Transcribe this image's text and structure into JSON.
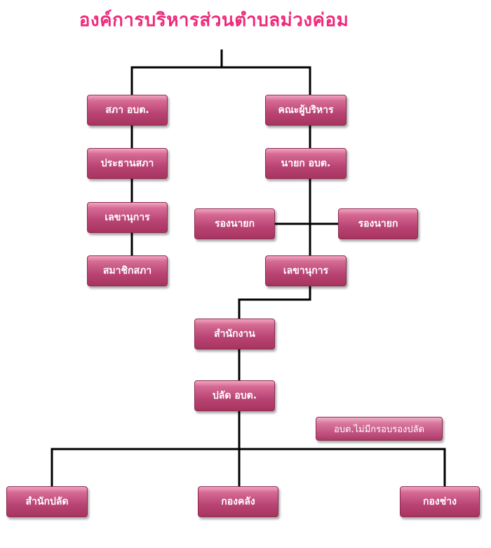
{
  "title": "องค์การบริหารส่วนตำบลม่วงค่อม",
  "boxes": {
    "council": "สภา อบต.",
    "executives": "คณะผู้บริหาร",
    "council_chair": "ประธานสภา",
    "mayor": "นายก อบต.",
    "council_secretary": "เลขานุการ",
    "deputy_mayor_left": "รองนายก",
    "deputy_mayor_right": "รองนายก",
    "council_members": "สมาชิกสภา",
    "mayor_secretary": "เลขานุการ",
    "office": "สำนักงาน",
    "permanent_secretary": "ปลัด อบต.",
    "office_of_secretary": "สำนักปลัด",
    "finance_division": "กองคลัง",
    "engineering_division": "กองช่าง"
  },
  "note": "อบต.ไม่มีกรอบรองปลัด"
}
